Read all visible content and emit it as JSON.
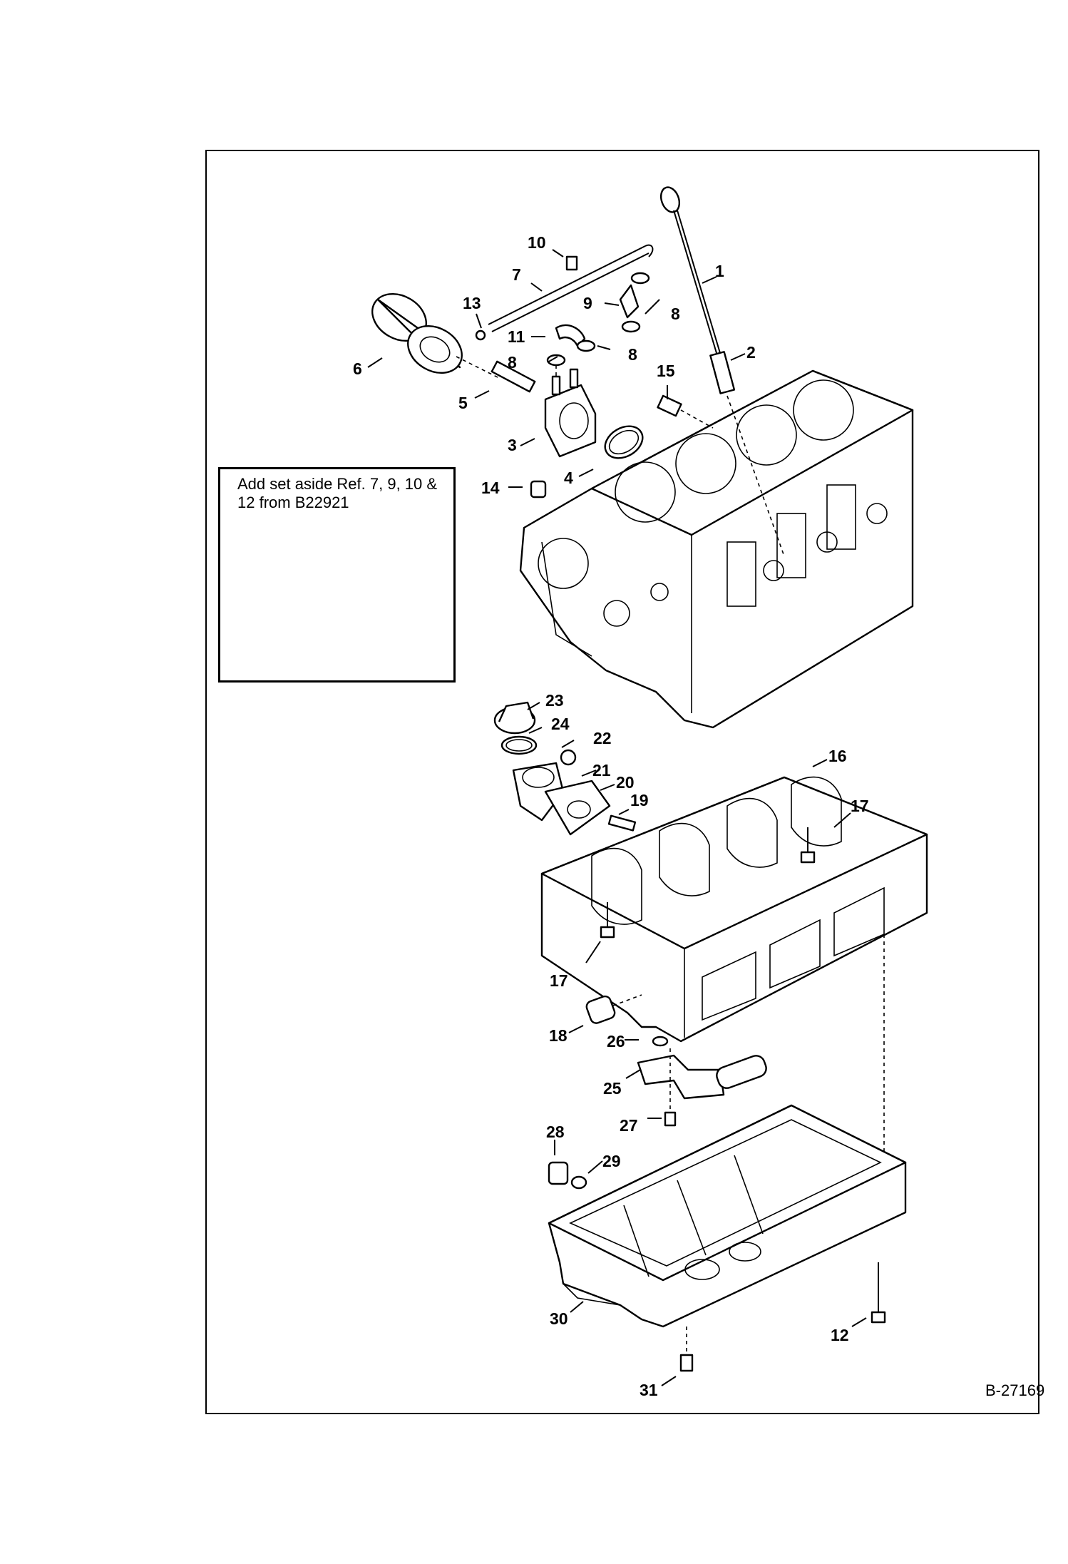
{
  "note": {
    "text": "Add set aside Ref. 7, 9, 10 & 12 from B22921"
  },
  "drawing_number": "B-27169",
  "callouts": {
    "c1": "1",
    "c2": "2",
    "c3": "3",
    "c4": "4",
    "c5": "5",
    "c6": "6",
    "c7": "7",
    "c8a": "8",
    "c8b": "8",
    "c8c": "8",
    "c9": "9",
    "c10": "10",
    "c11": "11",
    "c12": "12",
    "c13": "13",
    "c14": "14",
    "c15": "15",
    "c16": "16",
    "c17a": "17",
    "c17b": "17",
    "c18": "18",
    "c19": "19",
    "c20": "20",
    "c21": "21",
    "c22": "22",
    "c23": "23",
    "c24": "24",
    "c25": "25",
    "c26": "26",
    "c27": "27",
    "c28": "28",
    "c29": "29",
    "c30": "30",
    "c31": "31"
  }
}
